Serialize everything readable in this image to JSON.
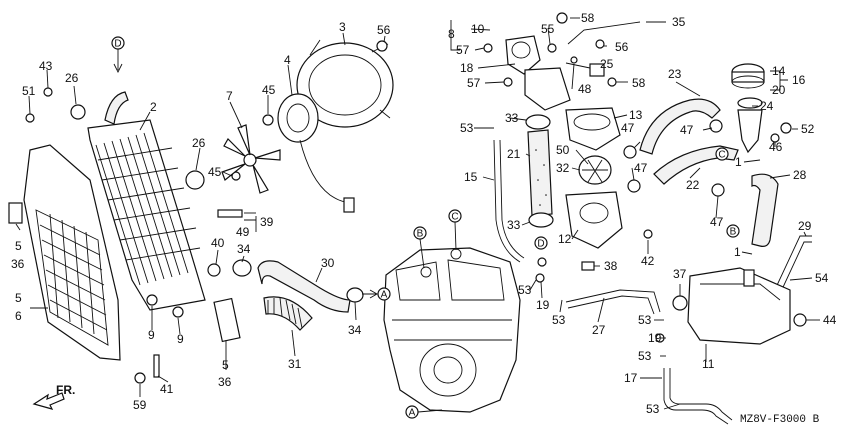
{
  "diagram": {
    "drawing_code": "MZ8V-F3000 B",
    "direction_arrow": "FR.",
    "connectors": [
      "A",
      "B",
      "C",
      "D"
    ],
    "callouts": [
      "1",
      "2",
      "3",
      "4",
      "5",
      "6",
      "7",
      "8",
      "9",
      "10",
      "11",
      "12",
      "13",
      "14",
      "15",
      "16",
      "17",
      "18",
      "19",
      "20",
      "21",
      "22",
      "23",
      "24",
      "25",
      "26",
      "27",
      "28",
      "29",
      "30",
      "31",
      "32",
      "33",
      "34",
      "35",
      "36",
      "37",
      "38",
      "39",
      "40",
      "41",
      "42",
      "43",
      "44",
      "45",
      "46",
      "47",
      "48",
      "49",
      "50",
      "51",
      "52",
      "53",
      "54",
      "55",
      "56",
      "57",
      "58",
      "59"
    ]
  }
}
